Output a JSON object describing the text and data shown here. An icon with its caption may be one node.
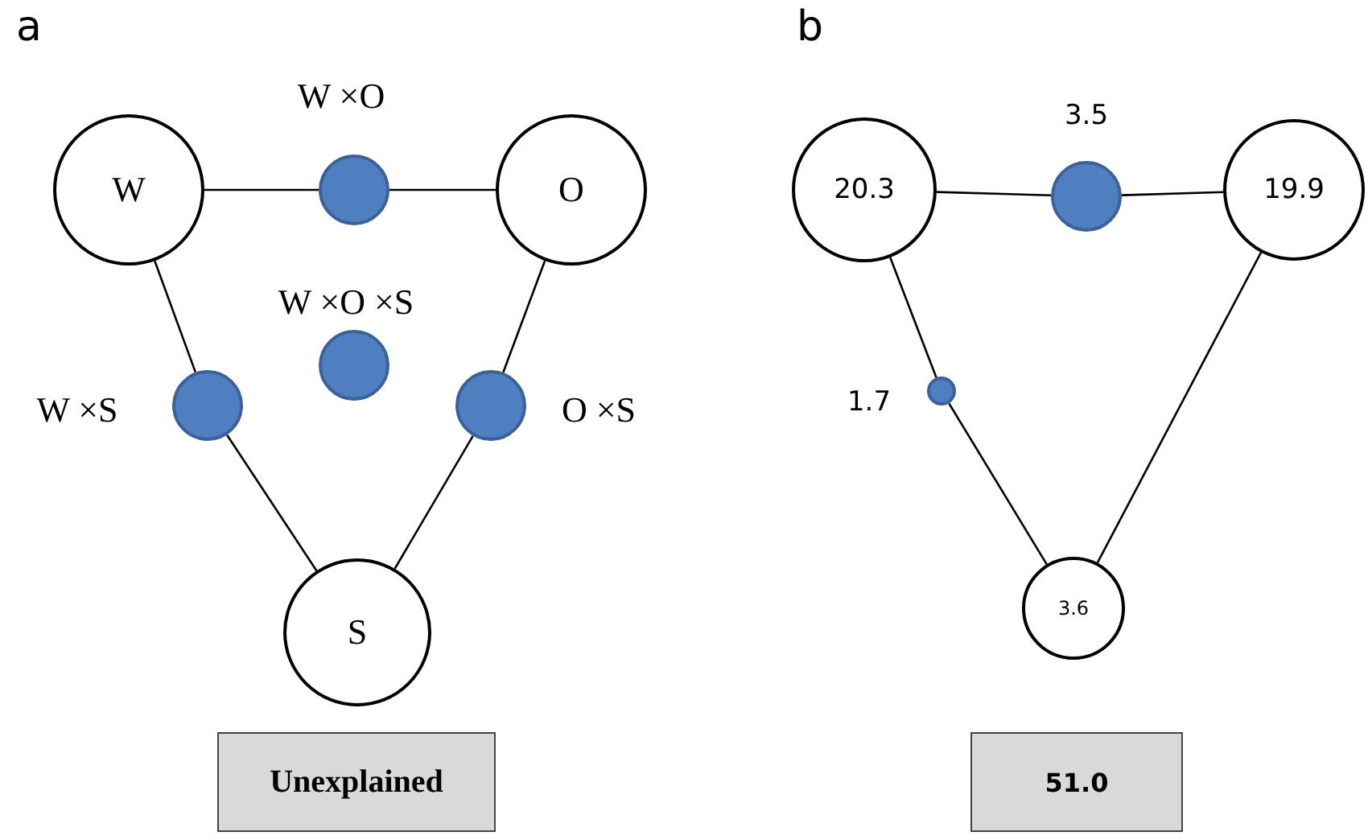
{
  "diagram": {
    "nodes": [
      {
        "text": [
          "W"
        ]
      },
      {
        "text": [],
        "shape": "circle",
        "beside": [
          "W ×O"
        ]
      },
      {
        "text": [
          "O"
        ]
      },
      {
        "text": [],
        "shape": "circle",
        "beside": [
          "W ×O ×S"
        ]
      },
      {
        "text": [],
        "shape": "circle",
        "beside": [
          "W ×S"
        ]
      },
      {
        "text": [],
        "shape": "circle",
        "beside": [
          "O ×S"
        ]
      },
      {
        "text": [
          "S"
        ]
      },
      {
        "text": [
          "Unexplained"
        ]
      },
      {
        "text": [
          "20.3"
        ]
      },
      {
        "text": [],
        "shape": "circle",
        "beside": [
          "3.5"
        ]
      },
      {
        "text": [
          "19.9"
        ]
      },
      {
        "text": [],
        "shape": "circle",
        "beside": [
          "1.7"
        ]
      },
      {
        "text": [
          "3.6"
        ]
      },
      {
        "text": [
          "51.0"
        ]
      }
    ],
    "edges": [
      {
        "from": 0,
        "to": 1,
        "arrow": "none"
      },
      {
        "from": 1,
        "to": 2,
        "arrow": "none"
      },
      {
        "from": 0,
        "to": 4,
        "arrow": "none"
      },
      {
        "from": 4,
        "to": 6,
        "arrow": "none"
      },
      {
        "from": 2,
        "to": 5,
        "arrow": "none"
      },
      {
        "from": 5,
        "to": 6,
        "arrow": "none"
      },
      {
        "from": 8,
        "to": 9,
        "arrow": "none"
      },
      {
        "from": 9,
        "to": 10,
        "arrow": "none"
      },
      {
        "from": 8,
        "to": 11,
        "arrow": "none"
      },
      {
        "from": 11,
        "to": 12,
        "arrow": "none"
      },
      {
        "from": 10,
        "to": 12,
        "arrow": "none"
      }
    ],
    "labels": [
      "a",
      "b"
    ]
  }
}
